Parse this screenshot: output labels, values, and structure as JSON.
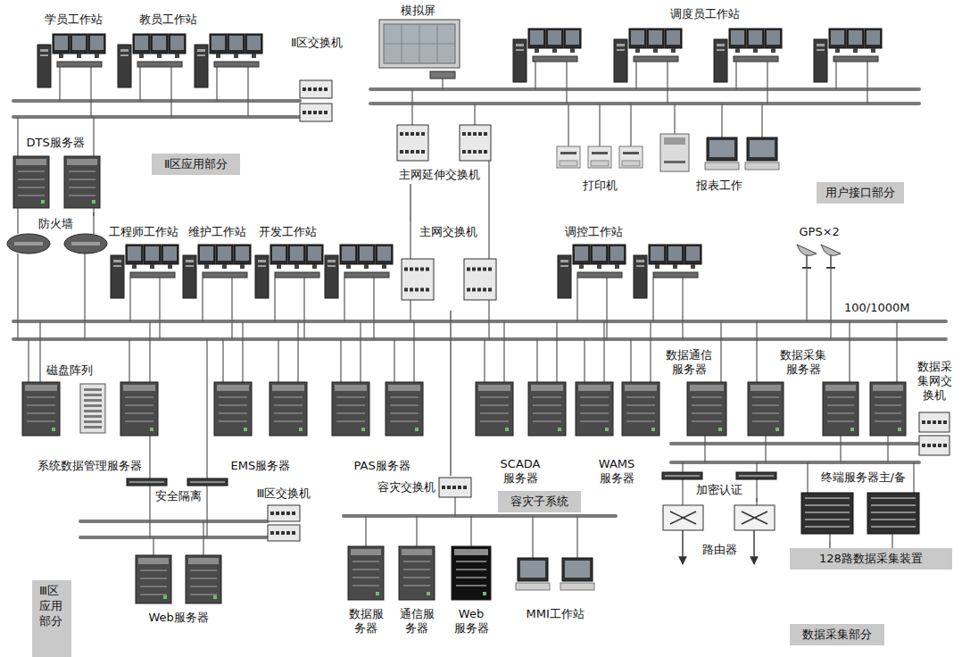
{
  "diagram": {
    "nodes": [
      {
        "text": [
          "学员工作站"
        ]
      },
      {
        "text": [
          "教员工作站"
        ]
      },
      {
        "text": [
          "Ⅱ区交换机"
        ]
      },
      {
        "text": [
          "模拟屏"
        ]
      },
      {
        "text": [
          "调度员工作站"
        ]
      },
      {
        "text": [
          "DTS服务器"
        ]
      },
      {
        "text": [
          "Ⅱ区应用部分"
        ]
      },
      {
        "text": [
          "主网延伸交换机"
        ]
      },
      {
        "text": [
          "打印机"
        ]
      },
      {
        "text": [
          "报表工作"
        ]
      },
      {
        "text": [
          "用户接口部分"
        ]
      },
      {
        "text": [
          "防火墙"
        ]
      },
      {
        "text": [
          "工程师工作站"
        ]
      },
      {
        "text": [
          "维护工作站"
        ]
      },
      {
        "text": [
          "开发工作站"
        ]
      },
      {
        "text": [
          "主网交换机"
        ]
      },
      {
        "text": [
          "调控工作站"
        ]
      },
      {
        "text": [
          "GPS×2"
        ]
      },
      {
        "text": [
          "磁盘阵列"
        ]
      },
      {
        "text": [
          "系统数据管理服务器"
        ]
      },
      {
        "text": [
          "EMS服务器"
        ]
      },
      {
        "text": [
          "PAS服务器"
        ]
      },
      {
        "text": [
          "SCADA服务器"
        ]
      },
      {
        "text": [
          "WAMS服务器"
        ]
      },
      {
        "text": [
          "数据通信服务器"
        ]
      },
      {
        "text": [
          "数据采集服务器"
        ]
      },
      {
        "text": [
          "数据采集网交换机"
        ]
      },
      {
        "text": [
          "加密认证"
        ]
      },
      {
        "text": [
          "安全隔离"
        ]
      },
      {
        "text": [
          "Ⅲ区交换机"
        ]
      },
      {
        "text": [
          "容灾交换机"
        ]
      },
      {
        "text": [
          "终端服务器主/备"
        ]
      },
      {
        "text": [
          "容灾子系统"
        ]
      },
      {
        "text": [
          "路由器"
        ]
      },
      {
        "text": [
          "128路数据采集装置"
        ]
      },
      {
        "text": [
          "Web服务器"
        ]
      },
      {
        "text": [
          "数据服务器"
        ]
      },
      {
        "text": [
          "通信服务器"
        ]
      },
      {
        "text": [
          "Web服务器"
        ]
      },
      {
        "text": [
          "MMI工作站"
        ]
      },
      {
        "text": [
          "Ⅲ区应用部分"
        ]
      },
      {
        "text": [
          "数据采集部分"
        ]
      }
    ],
    "edges": [
      {
        "from": 5,
        "to": 11,
        "arrow": "none"
      },
      {
        "from": 7,
        "to": 15,
        "arrow": "none"
      },
      {
        "from": 15,
        "to": 30,
        "arrow": "none"
      },
      {
        "from": 27,
        "to": 33,
        "arrow": "none"
      },
      {
        "from": 31,
        "to": 34,
        "arrow": "none"
      }
    ],
    "labels": [
      "100/1000M"
    ]
  }
}
